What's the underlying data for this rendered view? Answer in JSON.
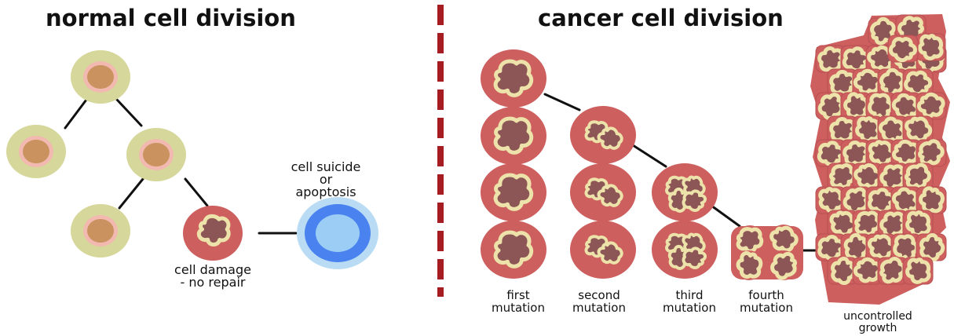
{
  "normal": {
    "title": "normal cell division",
    "damage_label": "cell damage\n- no repair",
    "apoptosis_label": "cell suicide\nor\napoptosis"
  },
  "cancer": {
    "title": "cancer cell division",
    "labels": [
      "first\nmutation",
      "second\nmutation",
      "third\nmutation",
      "fourth\nmutation",
      "uncontrolled\ngrowth"
    ]
  },
  "colors": {
    "healthy_outer": "#d6d79a",
    "healthy_ring": "#f2b9b1",
    "healthy_nucleus": "#c9925e",
    "cancer_body": "#cd5f5f",
    "cancer_nucleus": "#8c5556",
    "cancer_nucleus_rim": "#ede2a9",
    "apoptosis_outer": "#b9dcf4",
    "apoptosis_mid": "#4a83ef",
    "apoptosis_core": "#9ccef5",
    "divider": "#a51d22"
  }
}
